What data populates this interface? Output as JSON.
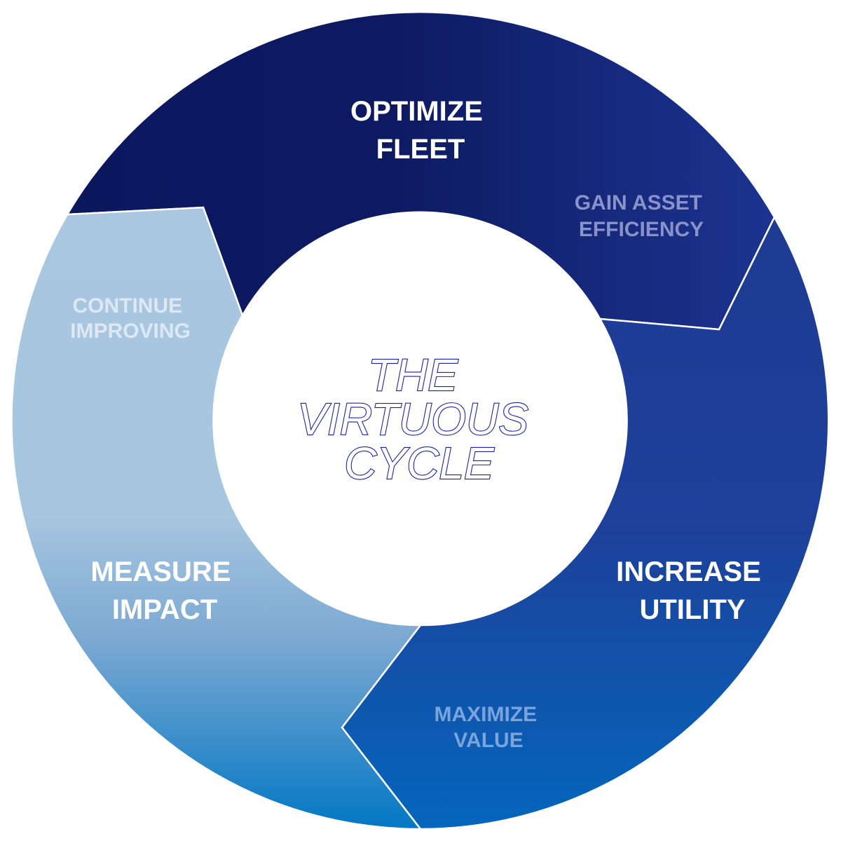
{
  "center": {
    "lines": [
      "THE",
      "VIRTUOUS",
      "CYCLE"
    ],
    "color": "#1a1fa8"
  },
  "stages": [
    {
      "id": "optimize-fleet",
      "title": [
        "OPTIMIZE",
        "FLEET"
      ],
      "subtitle": [
        "GAIN ASSET",
        "EFFICIENCY"
      ],
      "subtitle_color": "#8a93c9",
      "colors": [
        "#0c185e",
        "#1c3490"
      ]
    },
    {
      "id": "increase-utility",
      "title": [
        "INCREASE",
        "UTILITY"
      ],
      "subtitle": [
        "MAXIMIZE",
        "VALUE"
      ],
      "subtitle_color": "#7aa4dc",
      "colors": [
        "#1f3b93",
        "#0466bc"
      ]
    },
    {
      "id": "measure-impact",
      "title": [
        "MEASURE",
        "IMPACT"
      ],
      "subtitle": [
        "CONTINUE",
        "IMPROVING"
      ],
      "subtitle_color": "#dce8f3",
      "colors": [
        "#a9c7e0",
        "#0277c4"
      ]
    }
  ],
  "colors": {
    "divider": "#ffffff",
    "center_fill": "#ffffff"
  }
}
